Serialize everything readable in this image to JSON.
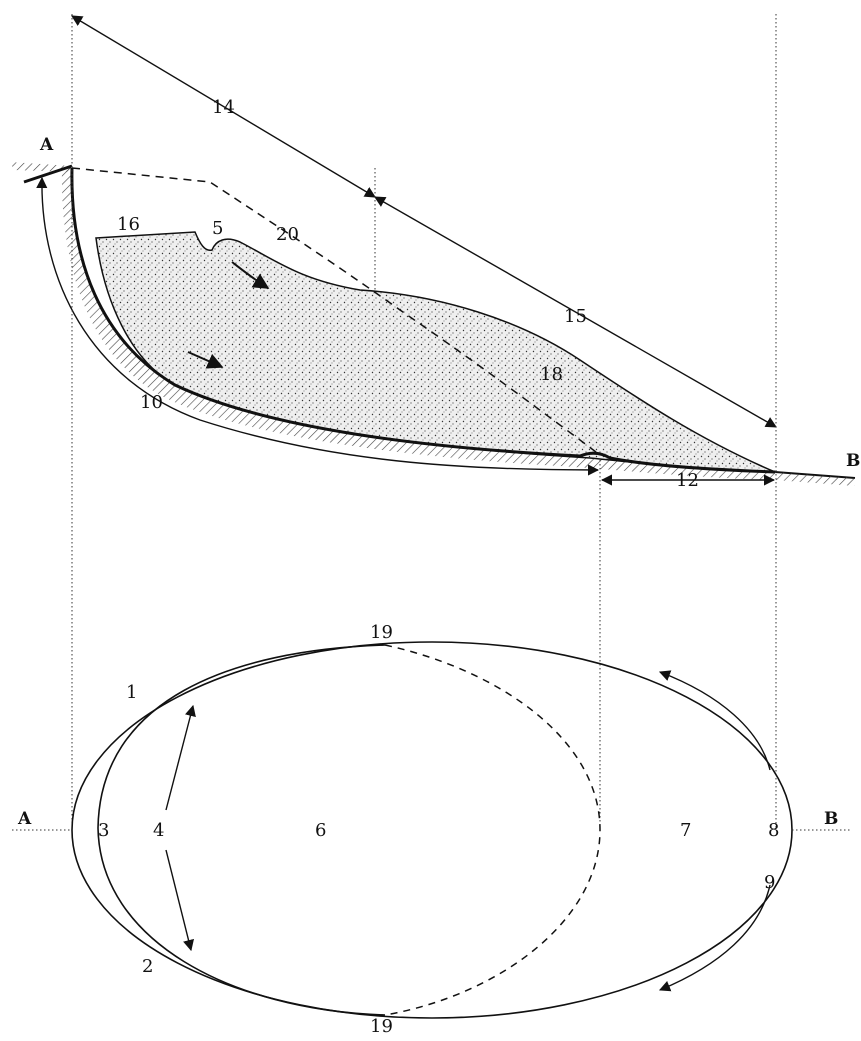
{
  "labels": {
    "point_a_top": "A",
    "point_b_top": "B",
    "point_a_plan": "A",
    "point_b_plan": "B",
    "n1": "1",
    "n2": "2",
    "n3": "3",
    "n4": "4",
    "n5": "5",
    "n6": "6",
    "n7": "7",
    "n8": "8",
    "n9": "9",
    "n10": "10",
    "n12": "12",
    "n14": "14",
    "n15": "15",
    "n16": "16",
    "n18": "18",
    "n19_top": "19",
    "n19_bottom": "19",
    "n20": "20"
  },
  "colors": {
    "ink": "#111111",
    "fill_stipple": "#e9e9e9",
    "background": "#ffffff"
  }
}
